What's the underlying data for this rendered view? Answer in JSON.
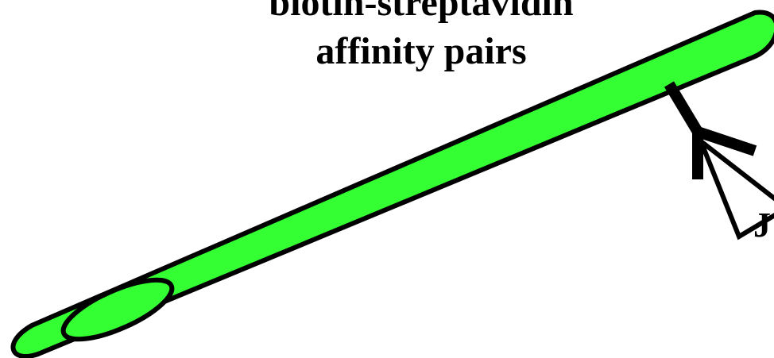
{
  "title": {
    "line1": "biotin-streptavidin",
    "line2": "affinity pairs"
  },
  "colors": {
    "tube_fill": "#33ff33",
    "outline": "#000000",
    "background": "#ffffff"
  },
  "icons": {
    "tube": "nanotube-cylinder",
    "linker": "biotin-linker",
    "partner": "triangle-ligand"
  },
  "partial_label": "J"
}
